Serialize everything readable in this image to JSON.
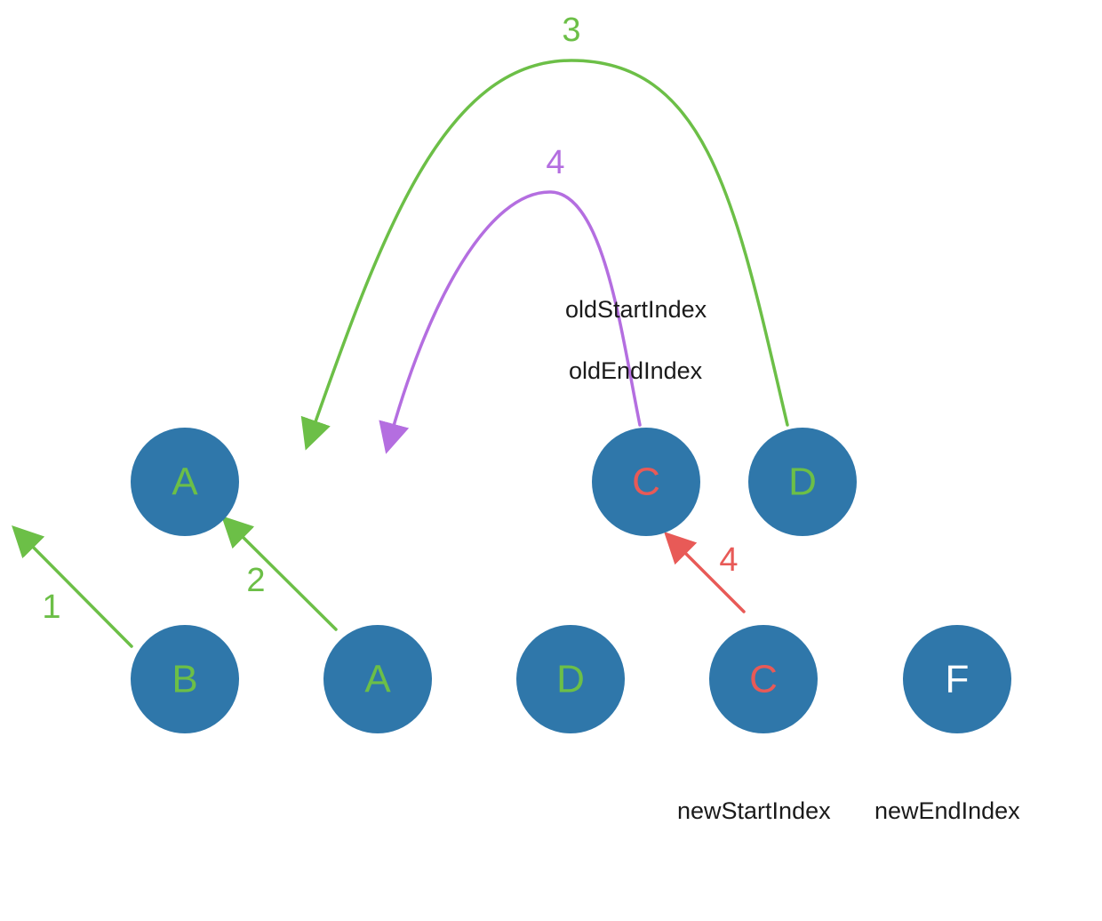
{
  "colors": {
    "node_fill": "#2f77aa",
    "green": "#6cbf47",
    "red": "#e85a57",
    "white": "#ffffff",
    "purple": "#b46ee0"
  },
  "old_nodes": [
    {
      "label": "A",
      "color": "#6cbf47"
    },
    {
      "label": "C",
      "color": "#e85a57"
    },
    {
      "label": "D",
      "color": "#6cbf47"
    }
  ],
  "new_nodes": [
    {
      "label": "B",
      "color": "#6cbf47"
    },
    {
      "label": "A",
      "color": "#6cbf47"
    },
    {
      "label": "D",
      "color": "#6cbf47"
    },
    {
      "label": "C",
      "color": "#e85a57"
    },
    {
      "label": "F",
      "color": "#ffffff"
    }
  ],
  "index_labels": {
    "old_start": "oldStartIndex",
    "old_end": "oldEndIndex",
    "new_start": "newStartIndex",
    "new_end": "newEndIndex"
  },
  "steps": [
    {
      "label": "1",
      "color": "#6cbf47"
    },
    {
      "label": "2",
      "color": "#6cbf47"
    },
    {
      "label": "3",
      "color": "#6cbf47"
    },
    {
      "label": "4",
      "color": "#b46ee0"
    },
    {
      "label": "4",
      "color": "#e85a57"
    }
  ]
}
